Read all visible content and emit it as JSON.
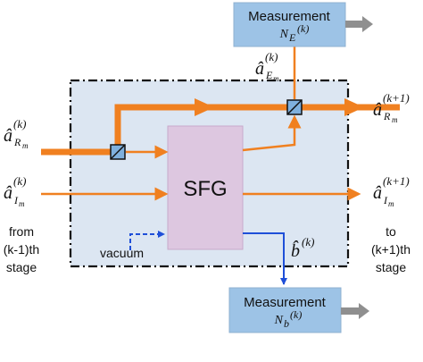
{
  "measurement_top": {
    "title": "Measurement",
    "symbol": "N",
    "subscript": "E",
    "superscript": "(k)"
  },
  "measurement_bottom": {
    "title": "Measurement",
    "symbol": "N",
    "subscript": "b",
    "superscript": "(k)"
  },
  "sfg": {
    "label": "SFG"
  },
  "vacuum": {
    "label": "vacuum"
  },
  "labels": {
    "a_em": {
      "base": "â",
      "sup": "(k)",
      "sub": "E",
      "subsub": "m"
    },
    "a_rm_in": {
      "base": "â",
      "sup": "(k)",
      "sub": "R",
      "subsub": "m"
    },
    "a_im_in": {
      "base": "â",
      "sup": "(k)",
      "sub": "I",
      "subsub": "m"
    },
    "a_rm_out": {
      "base": "â",
      "sup": "(k+1)",
      "sub": "R",
      "subsub": "m"
    },
    "a_im_out": {
      "base": "â",
      "sup": "(k+1)",
      "sub": "I",
      "subsub": "m"
    },
    "b_out": {
      "base": "b̂",
      "sup": "(k)"
    }
  },
  "from_stage": {
    "line1": "from",
    "line2": "(k-1)th",
    "line3": "stage"
  },
  "to_stage": {
    "line1": "to",
    "line2": "(k+1)th",
    "line3": "stage"
  },
  "colors": {
    "orange": "#f08020",
    "blue": "#1f4fd8",
    "meas_fill": "#9dc3e6",
    "stage_fill": "#dce6f2",
    "sfg_fill": "#ddc7e0"
  }
}
